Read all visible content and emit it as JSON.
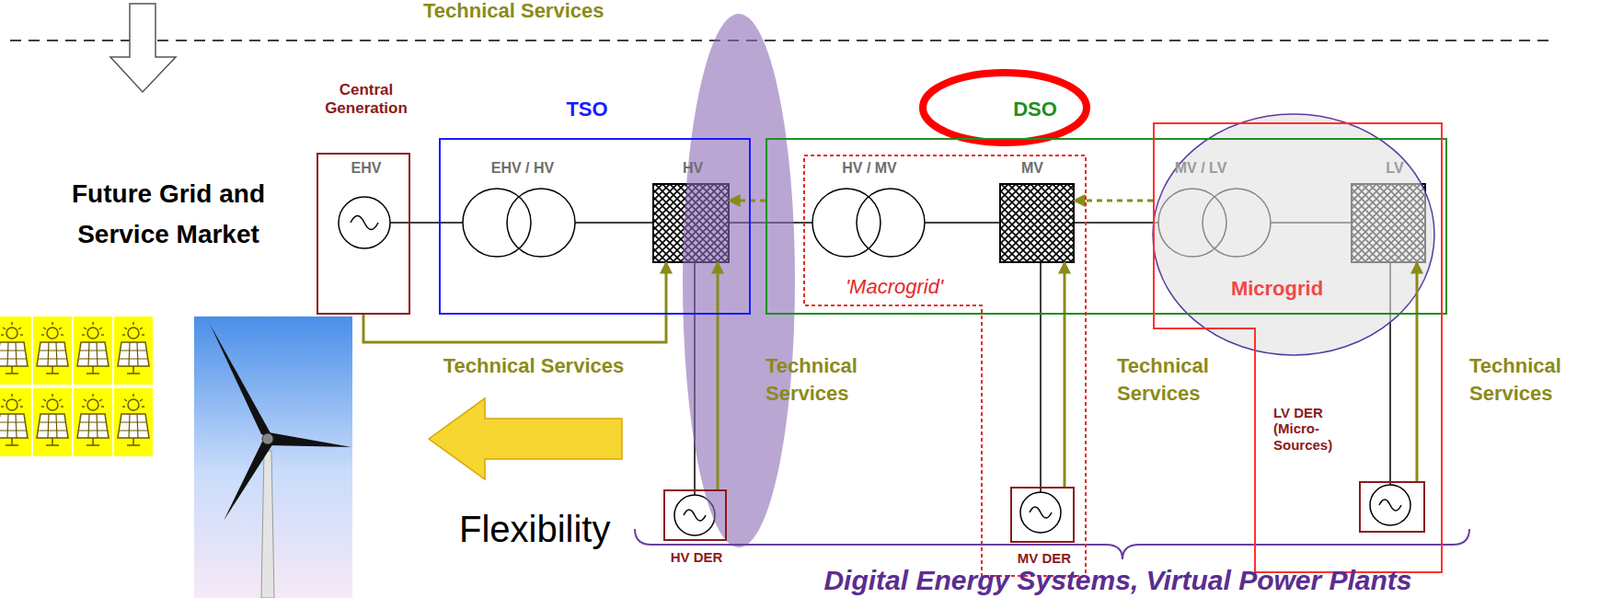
{
  "diagram": {
    "nodes": [
      {
        "text": [
          "Central Generation",
          "EHV"
        ]
      },
      {
        "text": [
          "TSO",
          "EHV / HV",
          "HV"
        ]
      },
      {
        "text": [
          "DSO"
        ]
      },
      {
        "text": [
          "HV / MV",
          "MV",
          "'Macrogrid'"
        ],
        "in": 2
      },
      {
        "text": [
          "MV / LV",
          "LV",
          "Microgrid"
        ],
        "in": 2
      },
      {
        "text": [
          "HV DER"
        ]
      },
      {
        "text": [
          "MV DER"
        ],
        "in": 3
      },
      {
        "text": [
          "LV DER (Micro- Sources)"
        ],
        "in": 4
      }
    ],
    "edges": [
      {
        "from": 0,
        "to": 1,
        "label": "Technical Services",
        "arrow": "to"
      },
      {
        "from": 5,
        "to": 1,
        "label": "Technical Services",
        "arrow": "to"
      },
      {
        "from": 6,
        "to": 3,
        "label": "Technical Services",
        "arrow": "to"
      },
      {
        "from": 7,
        "to": 4,
        "label": "Technical Services",
        "arrow": "to"
      },
      {
        "from": 2,
        "to": 1,
        "arrow": "to"
      },
      {
        "from": 4,
        "to": 3,
        "arrow": "to"
      }
    ],
    "labels": [
      "Technical Services",
      "Future Grid and Service Market",
      "Flexibility",
      "Digital Energy Systems, Virtual Power Plants"
    ]
  }
}
